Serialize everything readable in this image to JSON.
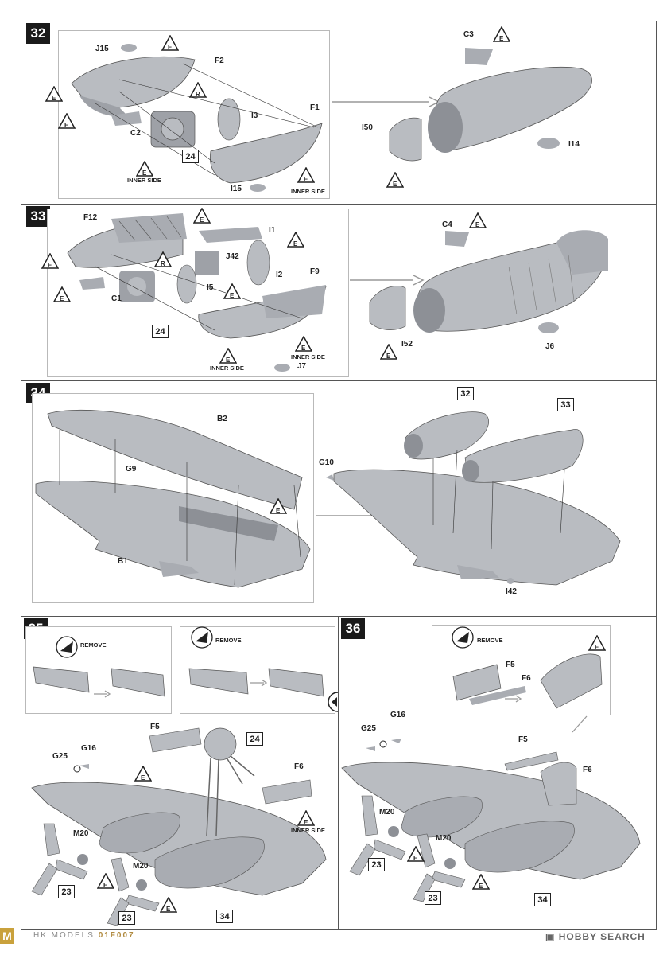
{
  "steps": {
    "s32": {
      "number": "32",
      "parts": {
        "j15": "J15",
        "f2": "F2",
        "f1": "F1",
        "i3": "I3",
        "c2": "C2",
        "i15": "I15",
        "c3": "C3",
        "i50": "I50",
        "i14": "I14"
      },
      "ref": "24",
      "note_inner_side": "INNER SIDE"
    },
    "s33": {
      "number": "33",
      "parts": {
        "f12": "F12",
        "i1": "I1",
        "j42": "J42",
        "i2": "I2",
        "i5": "I5",
        "f9": "F9",
        "c1": "C1",
        "j7": "J7",
        "c4": "C4",
        "i52": "I52",
        "j6": "J6"
      },
      "ref": "24",
      "note_inner_side": "INNER SIDE"
    },
    "s34": {
      "number": "34",
      "parts": {
        "b2": "B2",
        "g9": "G9",
        "b1": "B1",
        "g10": "G10",
        "i42": "I42"
      },
      "refs": [
        "32",
        "33"
      ]
    },
    "s35": {
      "number": "35",
      "remove": "REMOVE",
      "parts": {
        "f5": "F5",
        "f6": "F6",
        "g25": "G25",
        "g16": "G16",
        "m20a": "M20",
        "m20b": "M20"
      },
      "refs": {
        "r24": "24",
        "r23a": "23",
        "r23b": "23",
        "r34": "34"
      },
      "note_inner_side": "INNER SIDE"
    },
    "s36": {
      "number": "36",
      "remove": "REMOVE",
      "parts": {
        "f5a": "F5",
        "f6a": "F6",
        "g25": "G25",
        "g16": "G16",
        "f5b": "F5",
        "f6b": "F6",
        "m20a": "M20",
        "m20b": "M20"
      },
      "refs": {
        "r23a": "23",
        "r23b": "23",
        "r34": "34"
      }
    }
  },
  "symbols": {
    "e": "E",
    "r": "R"
  },
  "footer": {
    "brand": "HK MODELS",
    "code": "01F007",
    "watermark": "HOBBY SEARCH"
  },
  "colors": {
    "part": "#b9bcc1",
    "part_dark": "#8d9096",
    "line": "#333333",
    "frame": "#bbbbbb"
  }
}
